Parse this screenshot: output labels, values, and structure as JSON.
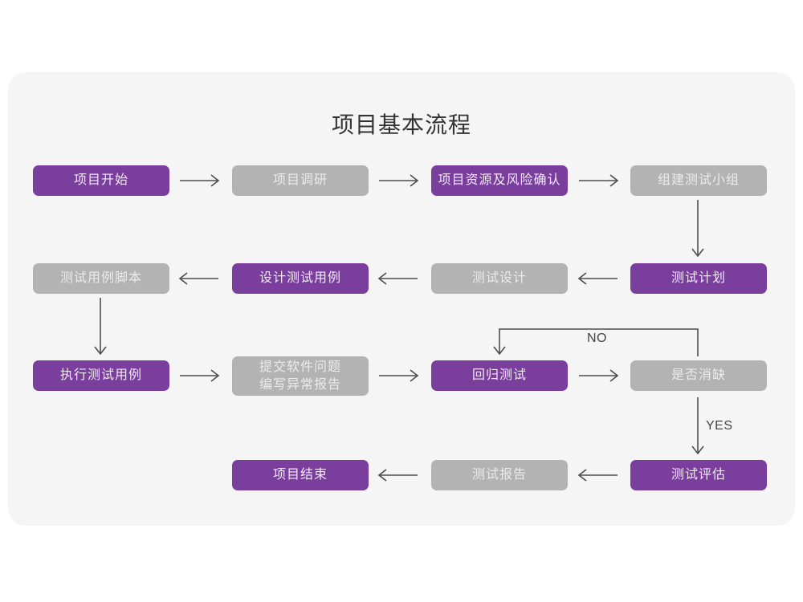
{
  "page": {
    "background": "#ffffff",
    "card_background": "#f5f5f5"
  },
  "colors": {
    "purple": "#7a3f9d",
    "gray": "#b3b3b3",
    "purple_text": "#f2eaf7",
    "gray_text": "#ebebeb",
    "title_text": "#333333",
    "arrow": "#4d4d4d"
  },
  "header": {
    "title": "项目基本流程"
  },
  "nodes": {
    "n1": {
      "label": "项目开始",
      "style": "purple"
    },
    "n2": {
      "label": "项目调研",
      "style": "gray"
    },
    "n3": {
      "label": "项目资源及风险确认",
      "style": "purple"
    },
    "n4": {
      "label": "组建测试小组",
      "style": "gray"
    },
    "n5": {
      "label": "测试计划",
      "style": "purple"
    },
    "n6": {
      "label": "测试设计",
      "style": "gray"
    },
    "n7": {
      "label": "设计测试用例",
      "style": "purple"
    },
    "n8": {
      "label": "测试用例脚本",
      "style": "gray"
    },
    "n9": {
      "label": "执行测试用例",
      "style": "purple"
    },
    "n10": {
      "label": "提交软件问题\n编写异常报告",
      "style": "gray"
    },
    "n11": {
      "label": "回归测试",
      "style": "purple"
    },
    "n12": {
      "label": "是否消缺",
      "style": "gray"
    },
    "n13": {
      "label": "测试评估",
      "style": "purple"
    },
    "n14": {
      "label": "测试报告",
      "style": "gray"
    },
    "n15": {
      "label": "项目结束",
      "style": "purple"
    }
  },
  "edges": {
    "no_label": "NO",
    "yes_label": "YES"
  },
  "chart_data": {
    "type": "diagram",
    "title": "项目基本流程",
    "nodes": [
      {
        "id": "n1",
        "label": "项目开始",
        "color": "purple",
        "row": 1,
        "col": 1
      },
      {
        "id": "n2",
        "label": "项目调研",
        "color": "gray",
        "row": 1,
        "col": 2
      },
      {
        "id": "n3",
        "label": "项目资源及风险确认",
        "color": "purple",
        "row": 1,
        "col": 3
      },
      {
        "id": "n4",
        "label": "组建测试小组",
        "color": "gray",
        "row": 1,
        "col": 4
      },
      {
        "id": "n8",
        "label": "测试用例脚本",
        "color": "gray",
        "row": 2,
        "col": 1
      },
      {
        "id": "n7",
        "label": "设计测试用例",
        "color": "purple",
        "row": 2,
        "col": 2
      },
      {
        "id": "n6",
        "label": "测试设计",
        "color": "gray",
        "row": 2,
        "col": 3
      },
      {
        "id": "n5",
        "label": "测试计划",
        "color": "purple",
        "row": 2,
        "col": 4
      },
      {
        "id": "n9",
        "label": "执行测试用例",
        "color": "purple",
        "row": 3,
        "col": 1
      },
      {
        "id": "n10",
        "label": "提交软件问题 编写异常报告",
        "color": "gray",
        "row": 3,
        "col": 2
      },
      {
        "id": "n11",
        "label": "回归测试",
        "color": "purple",
        "row": 3,
        "col": 3
      },
      {
        "id": "n12",
        "label": "是否消缺",
        "color": "gray",
        "row": 3,
        "col": 4
      },
      {
        "id": "n15",
        "label": "项目结束",
        "color": "purple",
        "row": 4,
        "col": 2
      },
      {
        "id": "n14",
        "label": "测试报告",
        "color": "gray",
        "row": 4,
        "col": 3
      },
      {
        "id": "n13",
        "label": "测试评估",
        "color": "purple",
        "row": 4,
        "col": 4
      }
    ],
    "links": [
      {
        "from": "n1",
        "to": "n2",
        "label": "",
        "dir": "right"
      },
      {
        "from": "n2",
        "to": "n3",
        "label": "",
        "dir": "right"
      },
      {
        "from": "n3",
        "to": "n4",
        "label": "",
        "dir": "right"
      },
      {
        "from": "n4",
        "to": "n5",
        "label": "",
        "dir": "down"
      },
      {
        "from": "n5",
        "to": "n6",
        "label": "",
        "dir": "left"
      },
      {
        "from": "n6",
        "to": "n7",
        "label": "",
        "dir": "left"
      },
      {
        "from": "n7",
        "to": "n8",
        "label": "",
        "dir": "left"
      },
      {
        "from": "n8",
        "to": "n9",
        "label": "",
        "dir": "down"
      },
      {
        "from": "n9",
        "to": "n10",
        "label": "",
        "dir": "right"
      },
      {
        "from": "n10",
        "to": "n11",
        "label": "",
        "dir": "right"
      },
      {
        "from": "n11",
        "to": "n12",
        "label": "",
        "dir": "right"
      },
      {
        "from": "n12",
        "to": "n11",
        "label": "NO",
        "dir": "loop-up-left"
      },
      {
        "from": "n12",
        "to": "n13",
        "label": "YES",
        "dir": "down"
      },
      {
        "from": "n13",
        "to": "n14",
        "label": "",
        "dir": "left"
      },
      {
        "from": "n14",
        "to": "n15",
        "label": "",
        "dir": "left"
      }
    ]
  }
}
